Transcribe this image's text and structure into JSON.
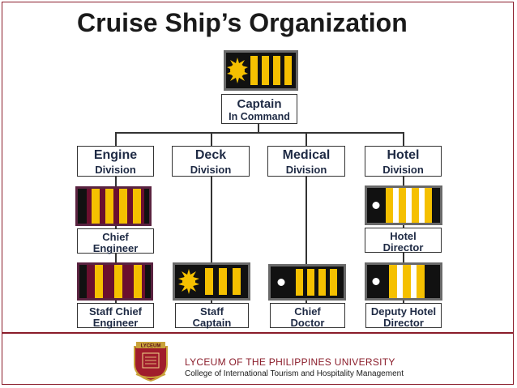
{
  "title": "Cruise Ship’s Organization",
  "captain": {
    "line1": "Captain",
    "line2": "In Command"
  },
  "divisions": [
    {
      "line1": "Engine",
      "line2": "Division"
    },
    {
      "line1": "Deck",
      "line2": "Division"
    },
    {
      "line1": "Medical",
      "line2": "Division"
    },
    {
      "line1": "Hotel",
      "line2": "Division"
    }
  ],
  "roles": {
    "chief_engineer": {
      "line1": "Chief",
      "line2": "Engineer"
    },
    "staff_chief_engineer": {
      "line1": "Staff Chief",
      "line2": "Engineer"
    },
    "staff_captain": {
      "line1": "Staff",
      "line2": "Captain"
    },
    "chief_doctor": {
      "line1": "Chief",
      "line2": "Doctor"
    },
    "hotel_director": {
      "line1": "Hotel",
      "line2": "Director"
    },
    "deputy_hotel_director": {
      "line1": "Deputy Hotel",
      "line2": "Director"
    }
  },
  "insignia_colors": {
    "gold": "#f5c000",
    "black": "#111111",
    "maroon": "#6b0f2e",
    "white": "#ffffff",
    "frame": "#6a6a6a"
  },
  "footer": {
    "logo_text": "LYCEUM",
    "university": "LYCEUM OF THE PHILIPPINES UNIVERSITY",
    "college": "College of International Tourism and Hospitality Management"
  }
}
